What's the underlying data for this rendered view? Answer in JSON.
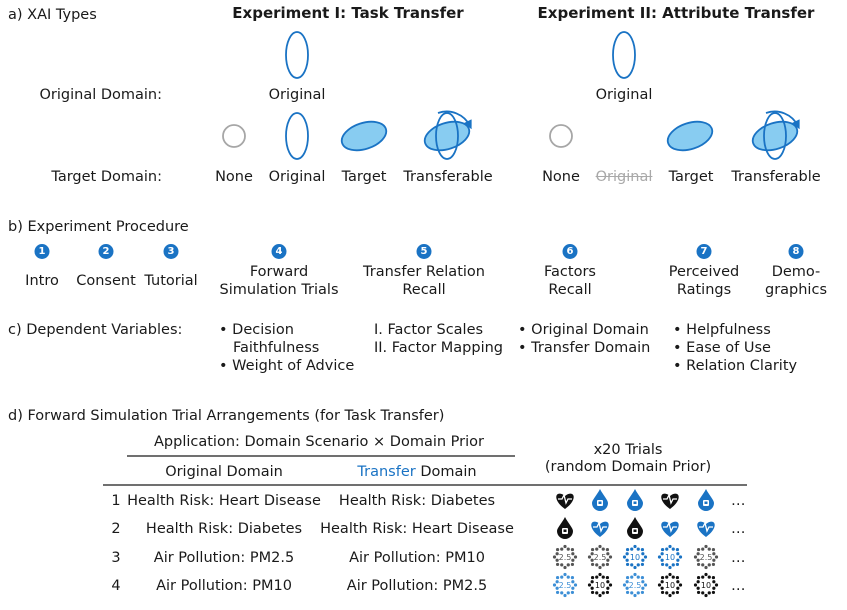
{
  "section_a": {
    "title": "a) XAI Types",
    "exp1_title": "Experiment I: Task Transfer",
    "exp2_title": "Experiment II: Attribute Transfer",
    "original_domain_label": "Original Domain:",
    "target_domain_label": "Target Domain:",
    "exp1": {
      "original": "Original",
      "none": "None",
      "orig": "Original",
      "target": "Target",
      "transferable": "Transferable"
    },
    "exp2": {
      "original": "Original",
      "none": "None",
      "orig": "Original",
      "target": "Target",
      "transferable": "Transferable"
    }
  },
  "section_b": {
    "title": "b) Experiment Procedure",
    "steps": [
      {
        "num": "1",
        "label": "Intro"
      },
      {
        "num": "2",
        "label": "Consent"
      },
      {
        "num": "3",
        "label": "Tutorial"
      },
      {
        "num": "4",
        "label1": "Forward",
        "label2": "Simulation Trials"
      },
      {
        "num": "5",
        "label1": "Transfer Relation",
        "label2": "Recall"
      },
      {
        "num": "6",
        "label1": "Factors",
        "label2": "Recall"
      },
      {
        "num": "7",
        "label1": "Perceived",
        "label2": "Ratings"
      },
      {
        "num": "8",
        "label1": "Demo-",
        "label2": "graphics"
      }
    ]
  },
  "section_c": {
    "title": "c) Dependent Variables:",
    "col1": [
      "• Decision",
      "Faithfulness",
      "• Weight of Advice"
    ],
    "col2": [
      "I. Factor Scales",
      "II. Factor Mapping"
    ],
    "col3": [
      "• Original Domain",
      "• Transfer Domain"
    ],
    "col4": [
      "• Helpfulness",
      "• Ease of Use",
      "• Relation Clarity"
    ]
  },
  "section_d": {
    "title": "d) Forward Simulation Trial Arrangements (for Task Transfer)",
    "app_header": "Application: Domain Scenario × Domain Prior",
    "col_original": "Original Domain",
    "col_transfer_word": "Transfer",
    "col_transfer_rest": " Domain",
    "trials_header1": "x20 Trials",
    "trials_header2": "(random Domain Prior)",
    "rows": [
      {
        "n": "1",
        "orig": "Health Risk: Heart Disease",
        "transfer": "Health Risk: Diabetes",
        "icons": [
          [
            "heart",
            "black"
          ],
          [
            "drop",
            "blue"
          ],
          [
            "drop",
            "blue"
          ],
          [
            "heart",
            "black"
          ],
          [
            "drop",
            "blue"
          ]
        ]
      },
      {
        "n": "2",
        "orig": "Health Risk: Diabetes",
        "transfer": "Health Risk: Heart Disease",
        "icons": [
          [
            "drop",
            "black"
          ],
          [
            "heart",
            "blue"
          ],
          [
            "drop",
            "black"
          ],
          [
            "heart",
            "blue"
          ],
          [
            "heart",
            "blue"
          ]
        ]
      },
      {
        "n": "3",
        "orig": "Air Pollution: PM2.5",
        "transfer": "Air Pollution: PM10",
        "icons": [
          [
            "pm",
            "gray",
            "2.5"
          ],
          [
            "pm",
            "gray",
            "2.5"
          ],
          [
            "pm",
            "blue",
            "10"
          ],
          [
            "pm",
            "blue",
            "10"
          ],
          [
            "pm",
            "gray",
            "2.5"
          ]
        ]
      },
      {
        "n": "4",
        "orig": "Air Pollution: PM10",
        "transfer": "Air Pollution: PM2.5",
        "icons": [
          [
            "pm",
            "lblue",
            "2.5"
          ],
          [
            "pm",
            "black",
            "10"
          ],
          [
            "pm",
            "lblue",
            "2.5"
          ],
          [
            "pm",
            "black",
            "10"
          ],
          [
            "pm",
            "black",
            "10"
          ]
        ]
      }
    ],
    "ellipsis": "…"
  },
  "colors": {
    "accent": "#1a73c4",
    "fill": "#88ccf1",
    "muted": "#a6a6a6"
  }
}
